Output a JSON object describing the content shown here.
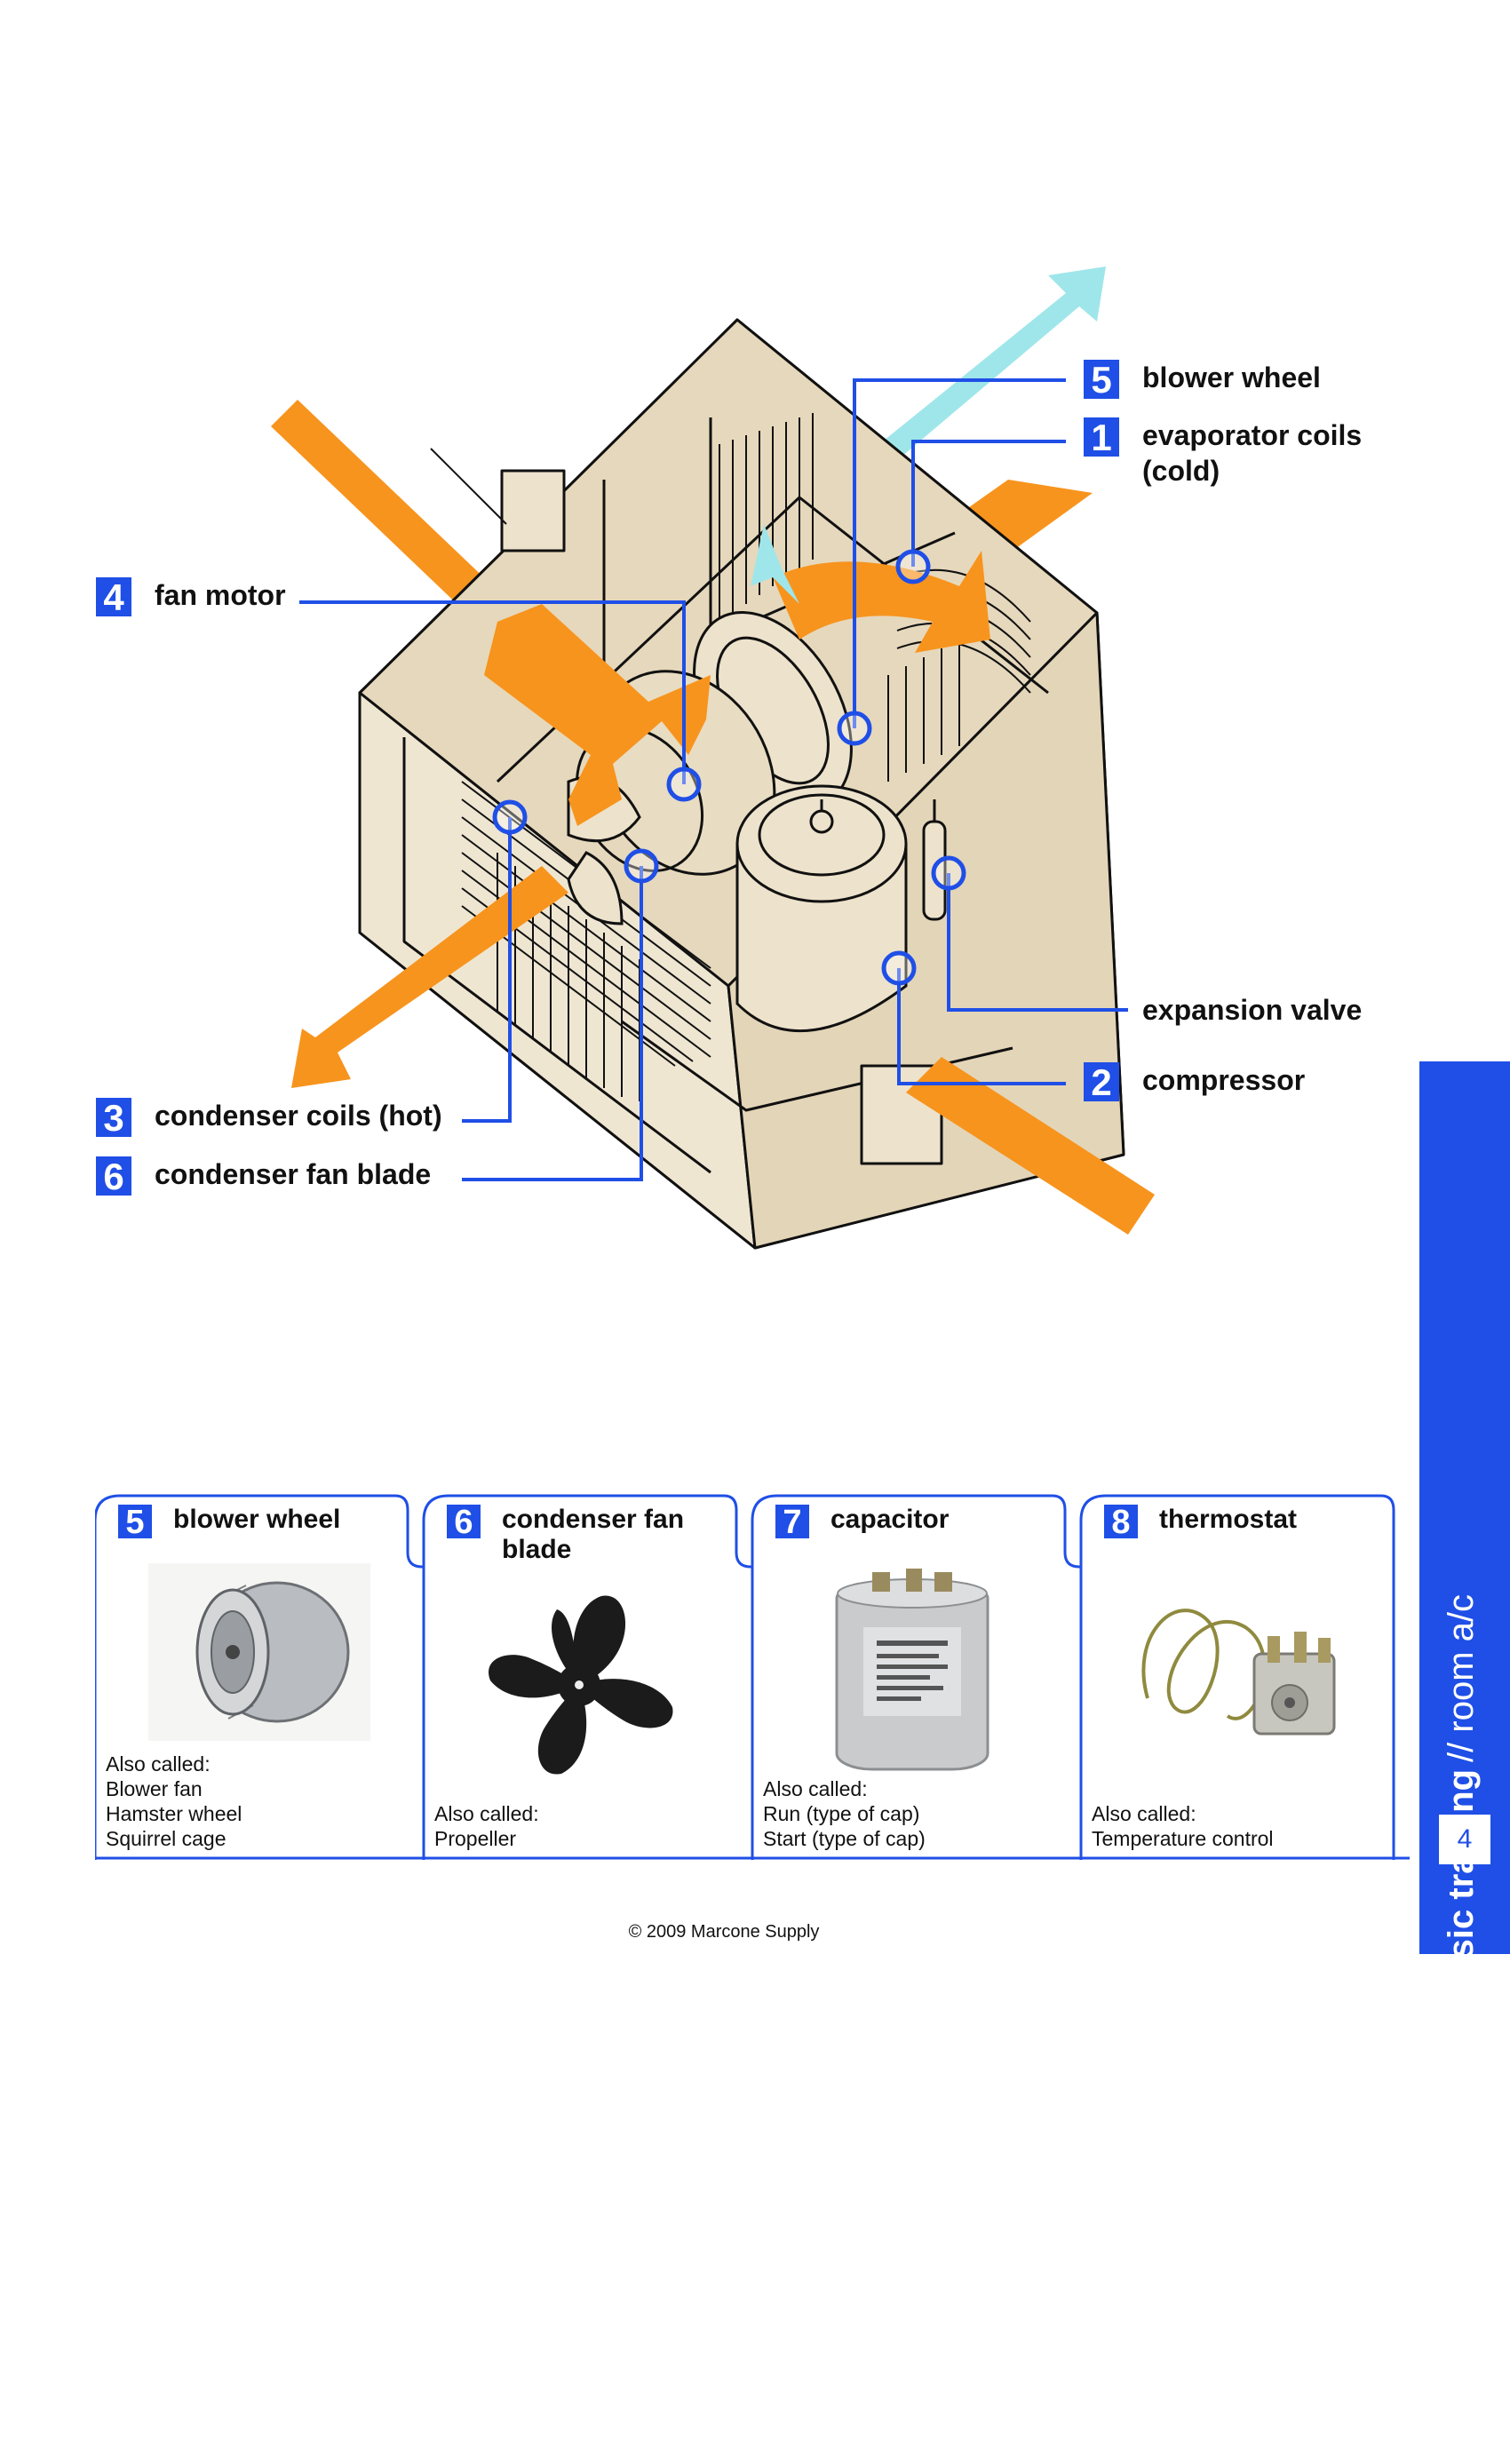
{
  "callouts": [
    {
      "number": "5",
      "lines": [
        "blower wheel"
      ]
    },
    {
      "number": "1",
      "lines": [
        "evaporator coils",
        "(cold)"
      ]
    },
    {
      "number": "4",
      "lines": [
        "fan motor"
      ]
    },
    {
      "lines": [
        "expansion valve"
      ]
    },
    {
      "number": "2",
      "lines": [
        "compressor"
      ]
    },
    {
      "number": "3",
      "lines": [
        "condenser coils (hot)"
      ]
    },
    {
      "number": "6",
      "lines": [
        "condenser fan blade"
      ]
    }
  ],
  "parts": [
    {
      "number": "5",
      "title_lines": [
        "blower wheel"
      ],
      "aka": [
        "Also called:",
        "Blower fan",
        "Hamster wheel",
        "Squirrel cage"
      ]
    },
    {
      "number": "6",
      "title_lines": [
        "condenser fan",
        "blade"
      ],
      "aka": [
        "Also called:",
        "Propeller"
      ]
    },
    {
      "number": "7",
      "title_lines": [
        "capacitor"
      ],
      "aka": [
        "Also called:",
        "Run (type of cap)",
        "Start (type of cap)"
      ]
    },
    {
      "number": "8",
      "title_lines": [
        "thermostat"
      ],
      "aka": [
        "Also called:",
        "Temperature control"
      ]
    }
  ],
  "sidebar": {
    "bold": "basic training",
    "rest": "// room a/c",
    "page": "4"
  },
  "footer": "© 2009 Marcone Supply",
  "colors": {
    "accent_blue": "#1f4fe6",
    "airflow_orange": "#f7941d",
    "cool_air_cyan": "#9fe6ea",
    "unit_beige": "#ede2cb"
  }
}
